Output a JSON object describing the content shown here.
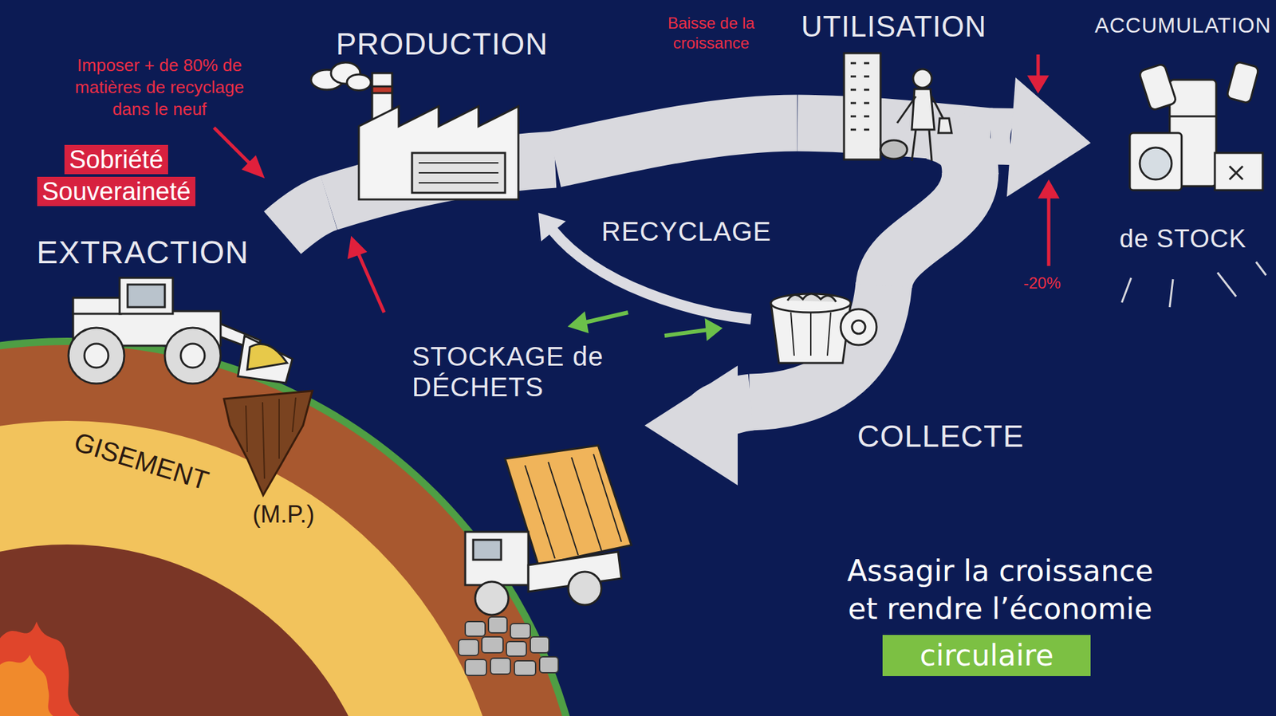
{
  "diagram": {
    "title": "Assagir la croissance et rendre l’économie",
    "nodes": [
      {
        "text": [
          "EXTRACTION"
        ]
      },
      {
        "text": [
          "PRODUCTION"
        ]
      },
      {
        "text": [
          "UTILISATION"
        ]
      },
      {
        "text": [
          "ACCUMULATION",
          "de STOCK"
        ]
      },
      {
        "text": [
          "COLLECTE"
        ]
      },
      {
        "text": [
          "STOCKAGE de DÉCHETS"
        ]
      }
    ],
    "edges": [
      {
        "from": 0,
        "to": 1,
        "arrow": "none"
      },
      {
        "from": 1,
        "to": 2,
        "arrow": "none"
      },
      {
        "from": 2,
        "to": 3,
        "arrow": "to"
      },
      {
        "from": 2,
        "to": 4,
        "arrow": "none"
      },
      {
        "from": 4,
        "to": 5,
        "arrow": "to"
      },
      {
        "from": 4,
        "to": 1,
        "label": "RECYCLAGE",
        "arrow": "to"
      }
    ],
    "labels": [
      "Imposer + de 80% de matières de recyclage dans le neuf",
      "Sobriété",
      "Souveraineté",
      "Baisse de la croissance",
      "-20%",
      "GISEMENT",
      "(M.P.)",
      "circulaire"
    ]
  }
}
